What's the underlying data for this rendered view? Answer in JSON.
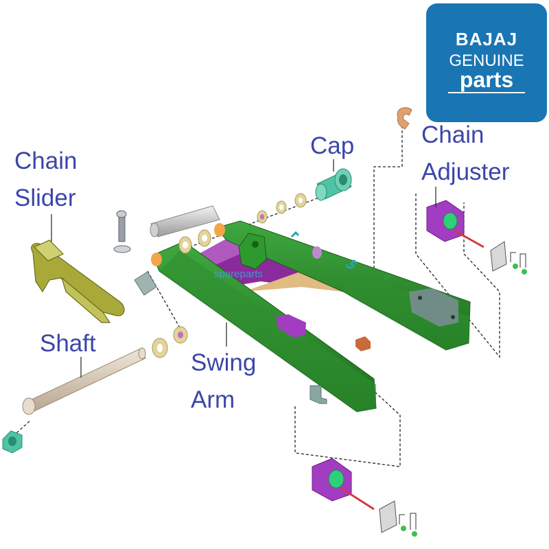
{
  "title": "",
  "logo": {
    "brand": "BAJAJ",
    "line2": "GENUINE",
    "line3": "parts",
    "color": "#1a75b3"
  },
  "watermark": "spareparts",
  "labels": {
    "cap": "Cap",
    "chain_adjuster_line1": "Chain",
    "chain_adjuster_line2": "Adjuster",
    "chain_slider_line1": "Chain",
    "chain_slider_line2": "Slider",
    "shaft": "Shaft",
    "swing_arm_line1": "Swing",
    "swing_arm_line2": "Arm"
  },
  "colors": {
    "label_text": "#3b46a8",
    "swing_arm": "#2e8b2e",
    "swing_arm_inner": "#8b2a9b",
    "chain_slider": "#9a9a2a",
    "shaft": "#d8c9b5",
    "cap": "#4fc3a5",
    "adjuster": "#a23cc0"
  }
}
